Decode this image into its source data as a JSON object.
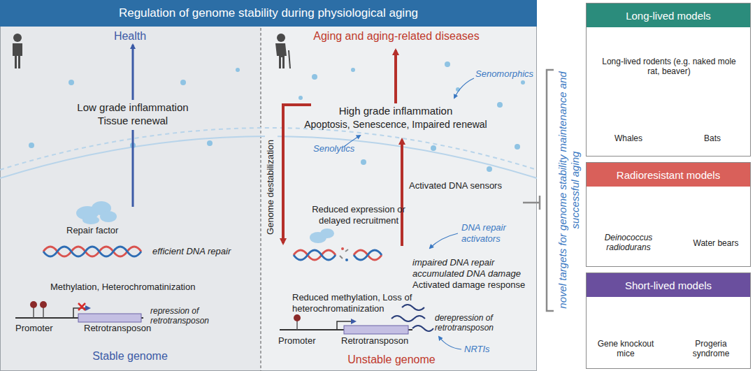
{
  "diagram": {
    "title": "Regulation of genome stability during physiological aging",
    "nodes": [
      {
        "text": [
          "Long-lived models",
          "Long-lived rodents (e.g. naked mole rat, beaver)",
          "Whales",
          "Bats"
        ]
      },
      {
        "text": [
          "Radioresistant models",
          "Deinococcus radiodurans",
          "Water bears"
        ]
      },
      {
        "text": [
          "Short-lived models",
          "Gene knockout mice",
          "Progeria syndrome"
        ]
      }
    ],
    "labels": [
      "Health",
      "Low grade inflammation",
      "Tissue renewal",
      "Repair factor",
      "efficient DNA repair",
      "Methylation, Heterochromatinization",
      "Promoter",
      "Retrotransposon",
      "repression of retrotransposon",
      "Stable genome",
      "Aging and aging-related diseases",
      "Senomorphics",
      "High grade inflammation",
      "Apoptosis, Senescence, Impaired renewal",
      "Senolytics",
      "Genome destabilization",
      "Activated DNA sensors",
      "Reduced expression or delayed recruitment",
      "DNA repair activators",
      "impaired DNA repair",
      "accumulated DNA damage",
      "Activated damage response",
      "Reduced methylation, Loss of heterochromatinization",
      "Promoter",
      "Retrotransposon",
      "derepression of retrotransposon",
      "NRTIs",
      "Unstable genome",
      "novel targets for genome stability maintenance and successful aging"
    ]
  }
}
